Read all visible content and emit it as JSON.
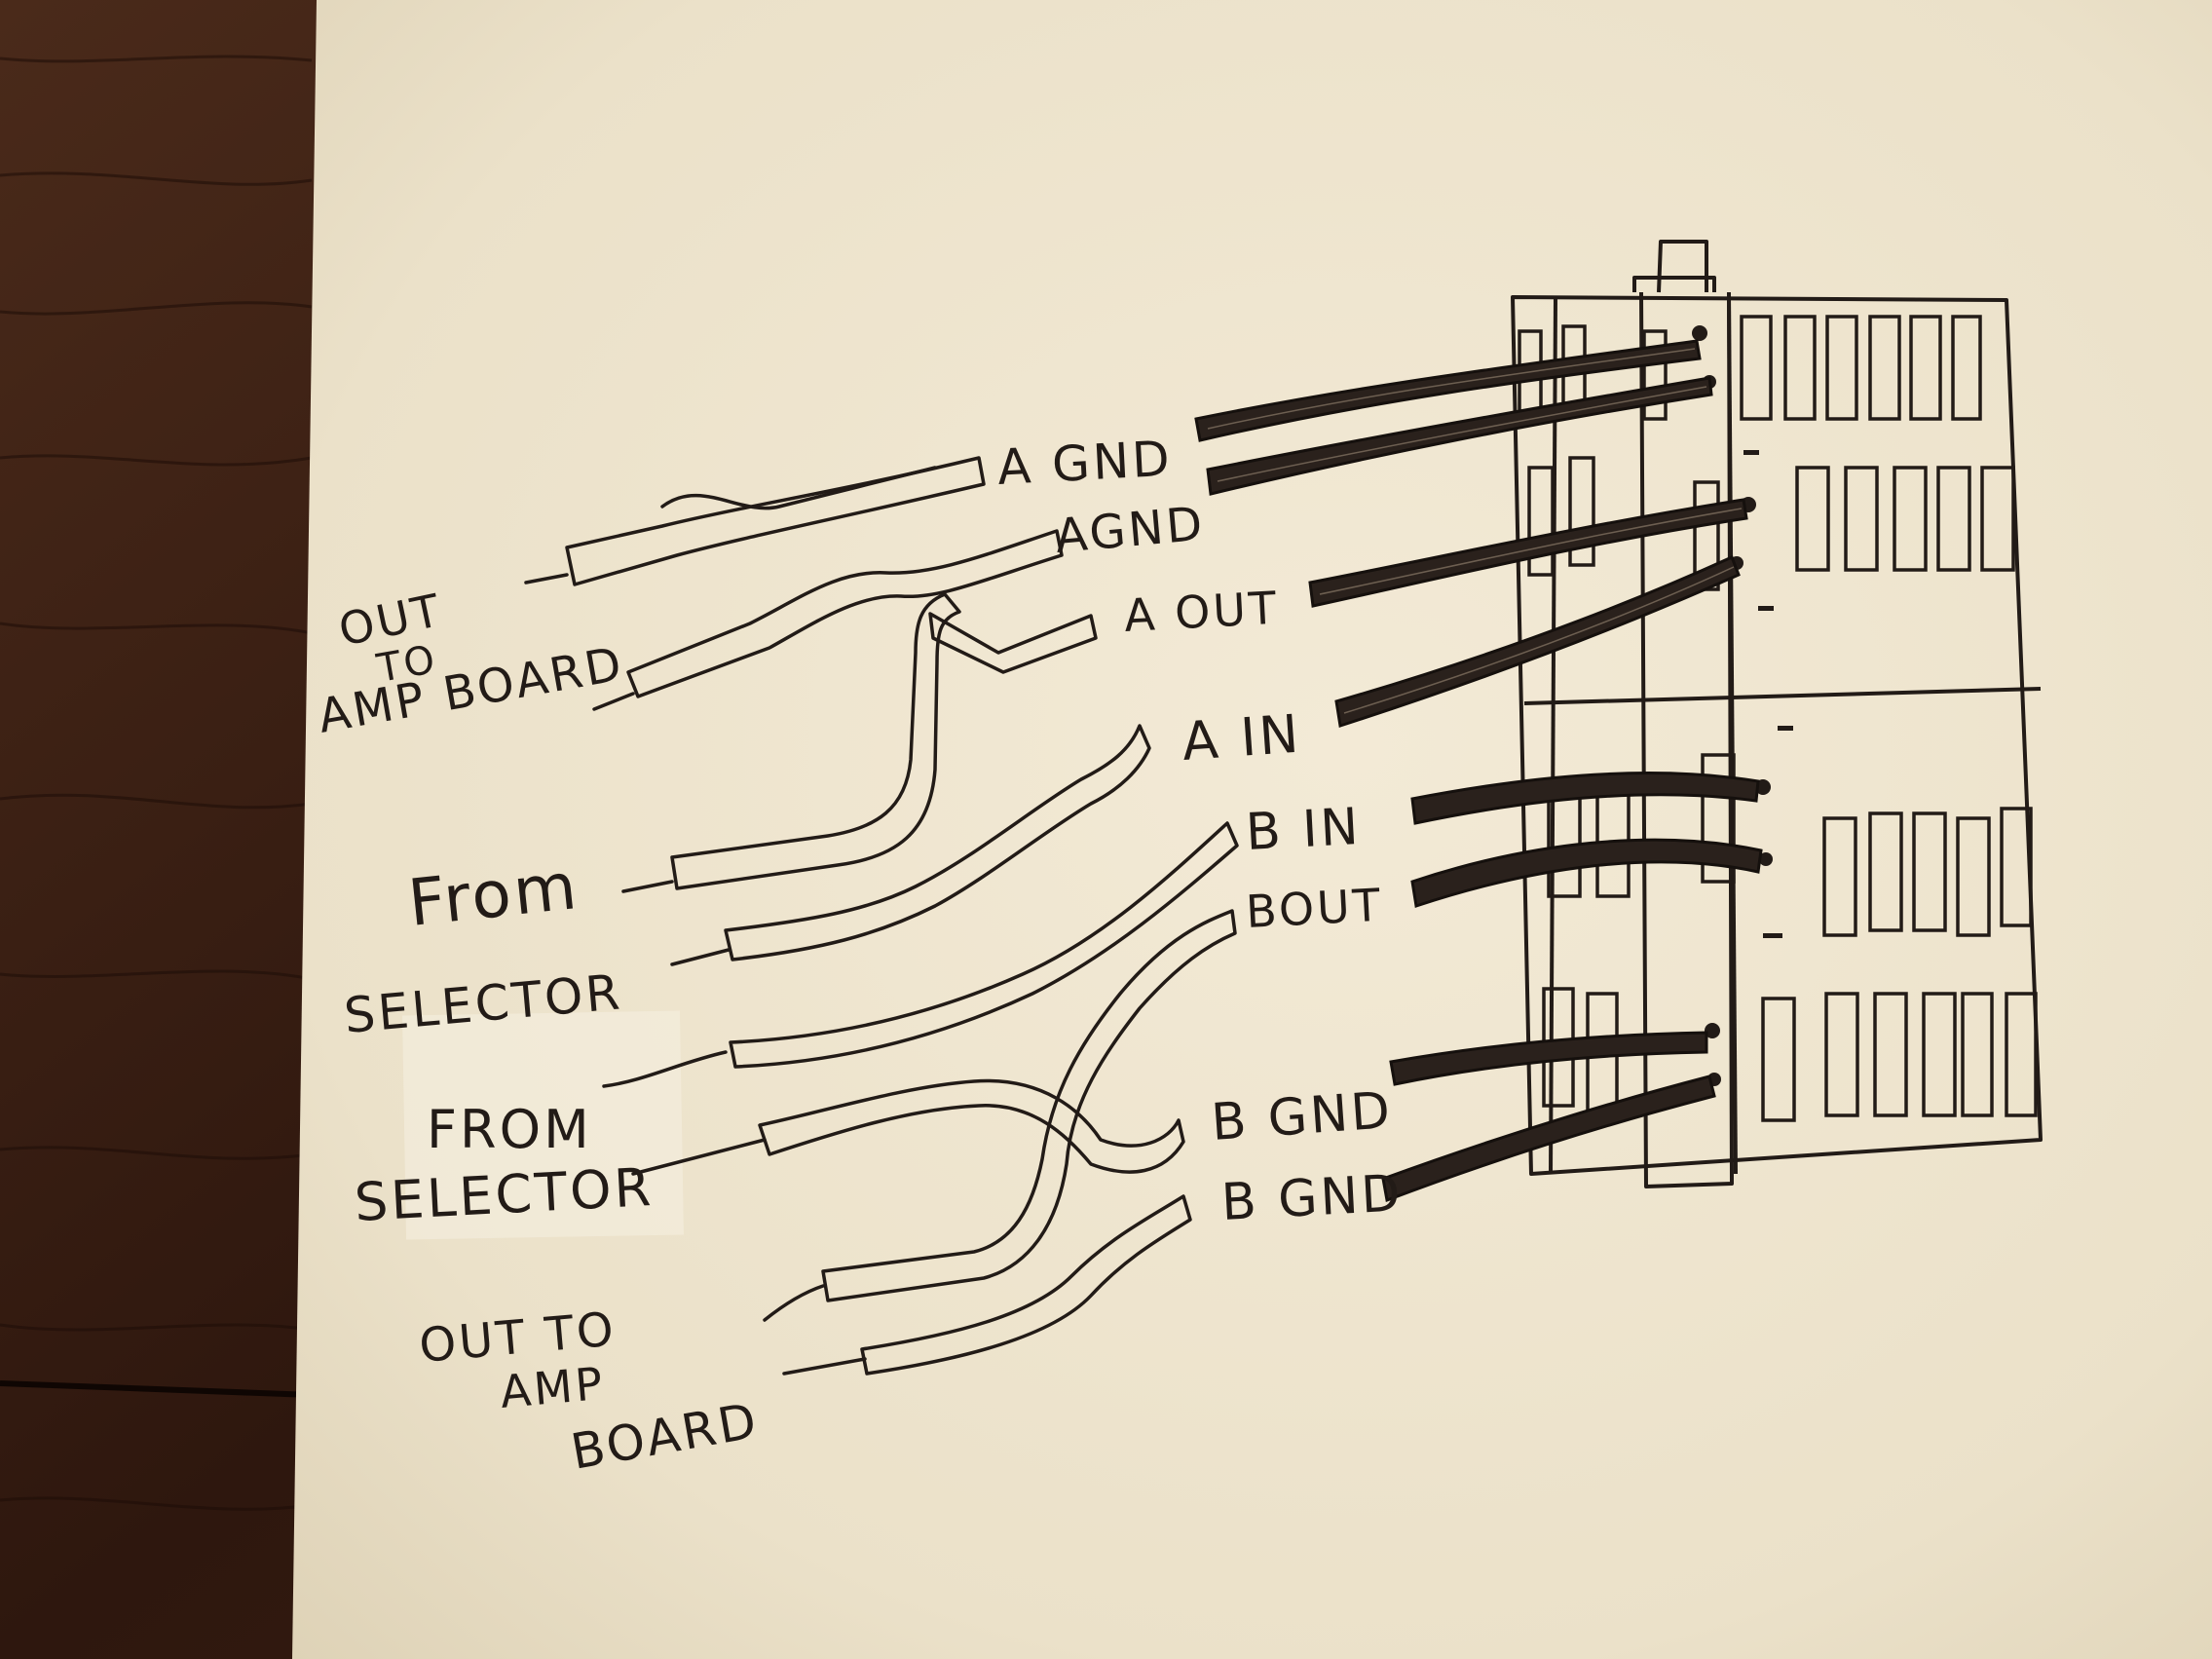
{
  "labels": {
    "out_to_amp_board_top": [
      "OUT",
      "TO",
      "AMP BOARD"
    ],
    "from_selector_a": [
      "From",
      "SELECTOR"
    ],
    "from_selector_b": [
      "FROM",
      "SELECTOR"
    ],
    "out_to_amp_board_bottom": [
      "OUT TO",
      "AMP",
      "BOARD"
    ]
  },
  "terminals": {
    "a_gnd_1": "A  GND",
    "a_gnd_2": "AGND",
    "a_out": "A  OUT",
    "a_in": "A  IN",
    "b_in": "B IN",
    "b_out": "BOUT",
    "b_gnd_1": "B GND",
    "b_gnd_2": "B GND"
  },
  "colors": {
    "ink": "#221b17",
    "paper": "#efe6d2",
    "wood": "#3a1f14"
  }
}
